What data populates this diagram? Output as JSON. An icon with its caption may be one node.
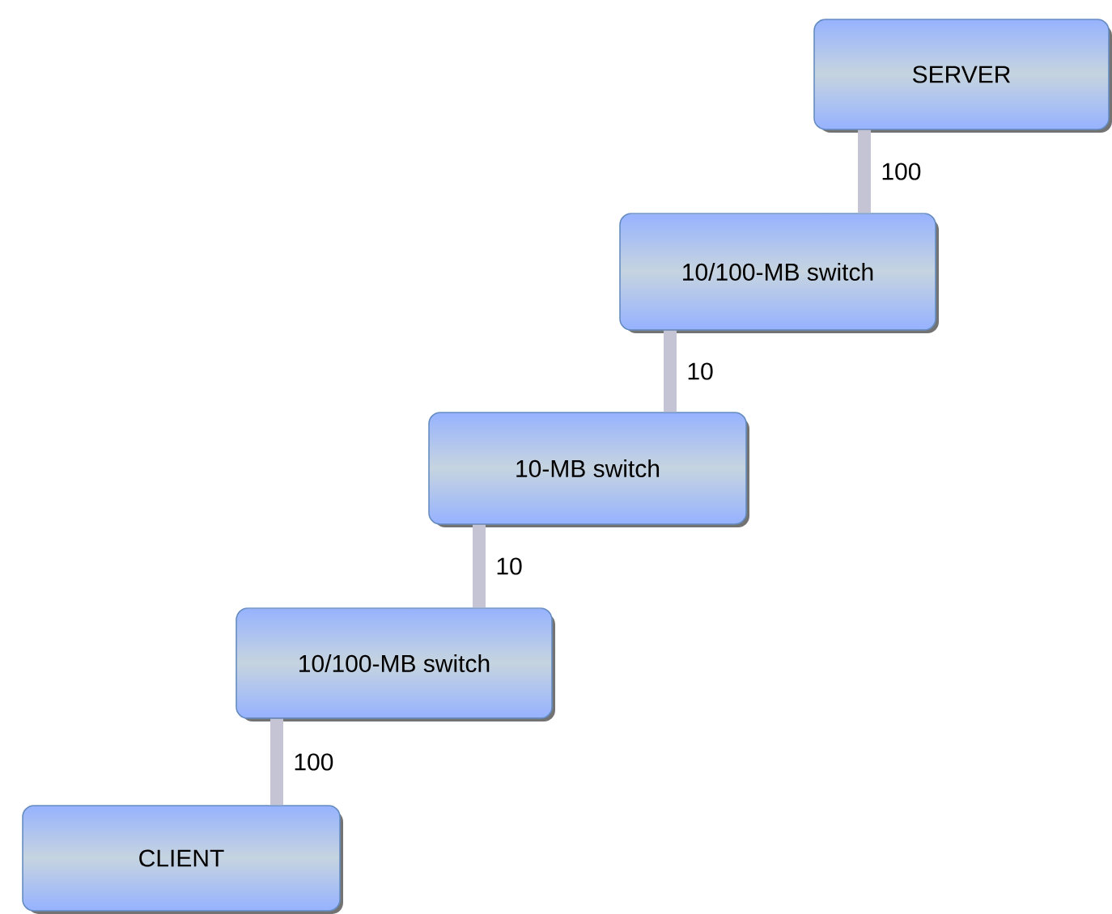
{
  "diagram": {
    "nodes": [
      {
        "text": [
          "SERVER"
        ]
      },
      {
        "text": [
          "10/100-MB switch"
        ]
      },
      {
        "text": [
          "10-MB switch"
        ]
      },
      {
        "text": [
          "10/100-MB switch"
        ]
      },
      {
        "text": [
          "CLIENT"
        ]
      }
    ],
    "edges": [
      {
        "from": 0,
        "to": 1,
        "arrow": "none",
        "label": "100"
      },
      {
        "from": 1,
        "to": 2,
        "arrow": "none",
        "label": "10"
      },
      {
        "from": 2,
        "to": 3,
        "arrow": "none",
        "label": "10"
      },
      {
        "from": 3,
        "to": 4,
        "arrow": "none",
        "label": "100"
      }
    ]
  }
}
